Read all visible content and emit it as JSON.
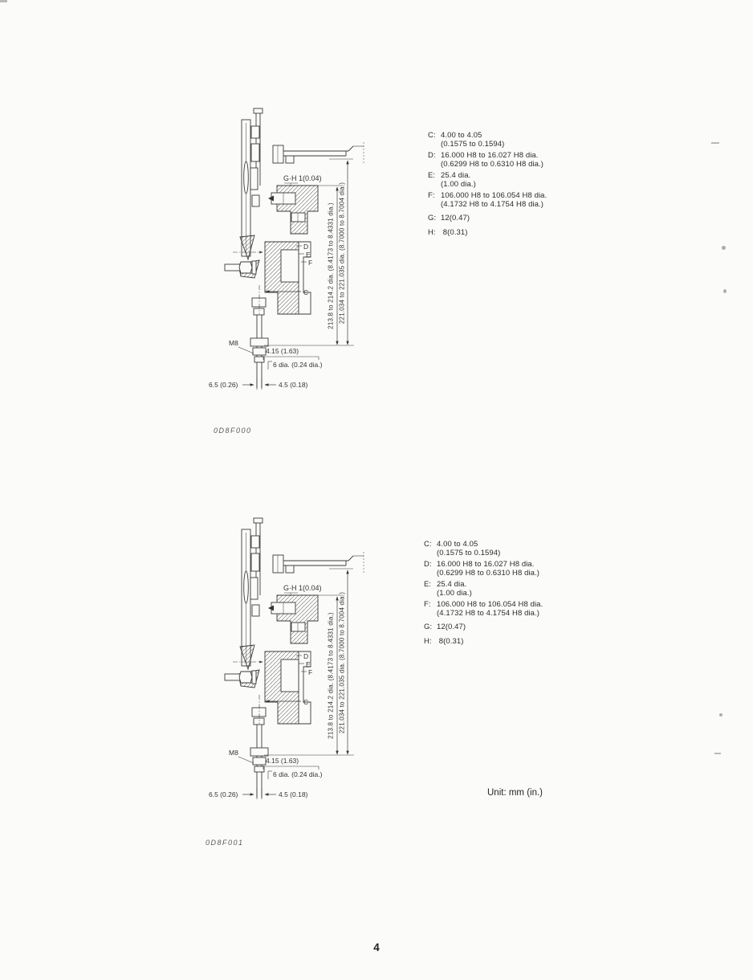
{
  "page": {
    "number": "4",
    "unit_note": "Unit: mm (in.)"
  },
  "figures": [
    {
      "caption": "0D8F000",
      "labels": {
        "gh": "G·H  1(0.04)",
        "d": "D",
        "e": "E",
        "f": "F",
        "c": "C",
        "m8": "M8",
        "dim_a": "4.15 (1.63)",
        "dim_b": "6 dia. (0.24 dia.)",
        "dim_left": "6.5 (0.26)",
        "dim_right": "4.5 (0.18)",
        "vdim_inner": "213.8 to 214.2 dia. (8.4173 to 8.4331 dia.)",
        "vdim_outer": "221.034 to 221.035 dia. (8.7000 to 8.7004 dia.)"
      },
      "legend": [
        {
          "key": "C:",
          "line1": "4.00 to 4.05",
          "line2": "(0.1575 to 0.1594)"
        },
        {
          "key": "D:",
          "line1": "16.000 H8 to 16.027 H8 dia.",
          "line2": "(0.6299 H8 to 0.6310 H8 dia.)"
        },
        {
          "key": "E:",
          "line1": "25.4 dia.",
          "line2": "(1.00 dia.)"
        },
        {
          "key": "F:",
          "line1": "106.000 H8 to 106.054 H8 dia.",
          "line2": "(4.1732 H8 to 4.1754 H8 dia.)"
        },
        {
          "key": "G:",
          "line1": "12(0.47)",
          "line2": ""
        },
        {
          "key": "H:",
          "line1": " 8(0.31)",
          "line2": ""
        }
      ]
    },
    {
      "caption": "0D8F001",
      "labels": {
        "gh": "G·H  1(0.04)",
        "d": "D",
        "e": "E",
        "f": "F",
        "c": "C",
        "m8": "M8",
        "dim_a": "4.15 (1.63)",
        "dim_b": "6 dia. (0.24 dia.)",
        "dim_left": "6.5 (0.26)",
        "dim_right": "4.5 (0.18)",
        "vdim_inner": "213.8 to 214.2 dia. (8.4173 to 8.4331 dia.)",
        "vdim_outer": "221.034 to 221.035 dia. (8.7000 to 8.7004 dia.)"
      },
      "legend": [
        {
          "key": "C:",
          "line1": "4.00 to 4.05",
          "line2": "(0.1575 to 0.1594)"
        },
        {
          "key": "D:",
          "line1": "16.000 H8 to 16.027 H8 dia.",
          "line2": "(0.6299 H8 to 0.6310 H8 dia.)"
        },
        {
          "key": "E:",
          "line1": "25.4 dia.",
          "line2": "(1.00 dia.)"
        },
        {
          "key": "F:",
          "line1": "106.000 H8 to 106.054 H8 dia.",
          "line2": "(4.1732 H8 to 4.1754 H8 dia.)"
        },
        {
          "key": "G:",
          "line1": "12(0.47)",
          "line2": ""
        },
        {
          "key": "H:",
          "line1": " 8(0.31)",
          "line2": ""
        }
      ]
    }
  ]
}
